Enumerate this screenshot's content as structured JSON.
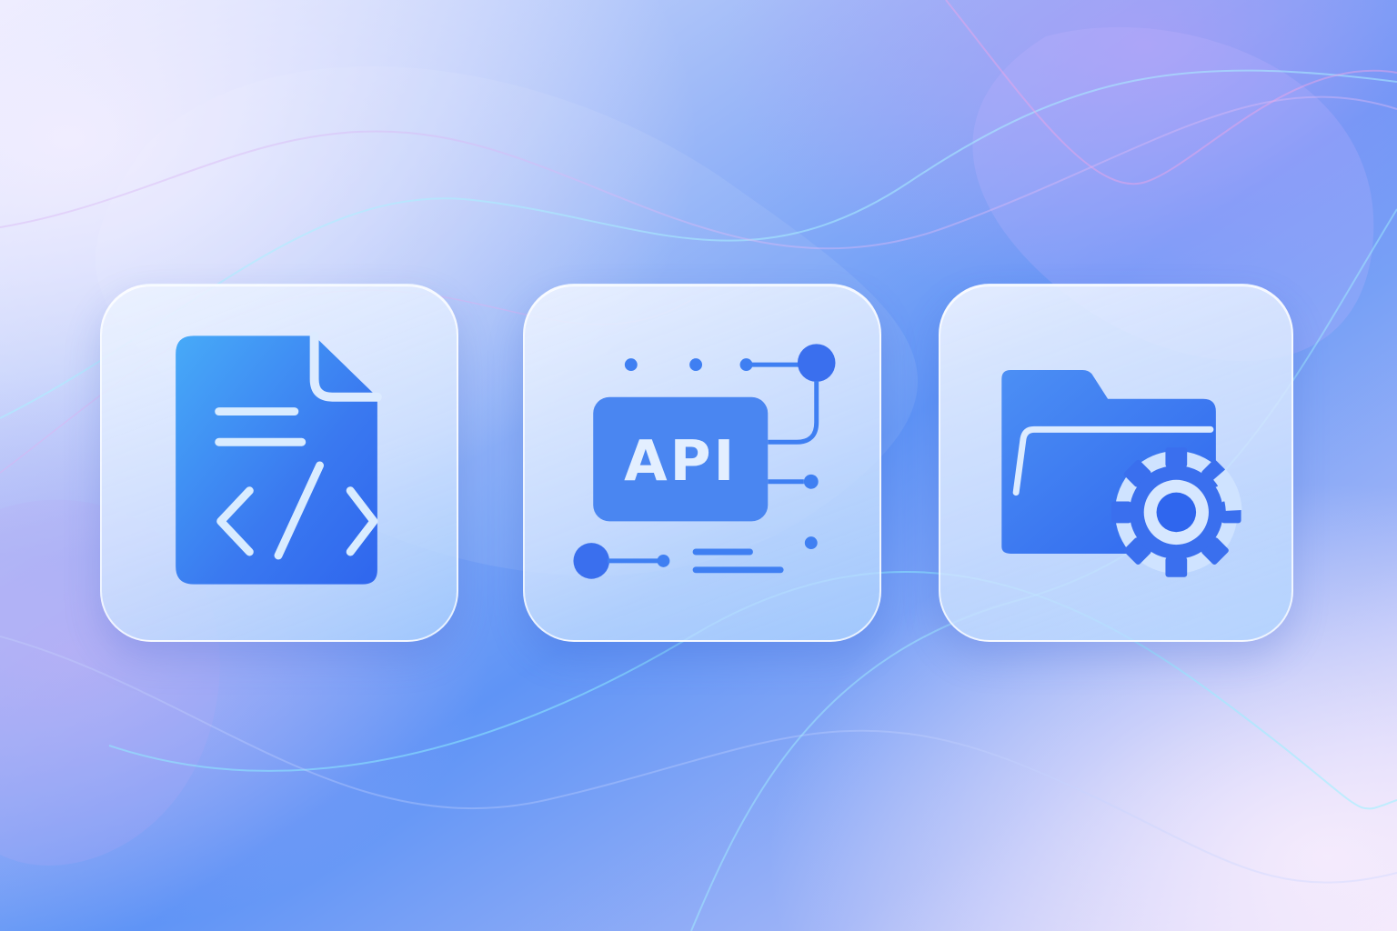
{
  "colors": {
    "icon_blue": "#3f7ff2",
    "icon_blue_light": "#47aaf8",
    "icon_blue_dark": "#2f66ee",
    "icon_accent": "#d9ecff",
    "bg_lavender": "#dcd4fb",
    "bg_blue": "#5c93f5"
  },
  "tiles": [
    {
      "name": "code-file",
      "icon": "code-file-icon"
    },
    {
      "name": "api",
      "icon": "api-network-icon",
      "label": "API"
    },
    {
      "name": "folder-settings",
      "icon": "folder-gear-icon"
    }
  ]
}
